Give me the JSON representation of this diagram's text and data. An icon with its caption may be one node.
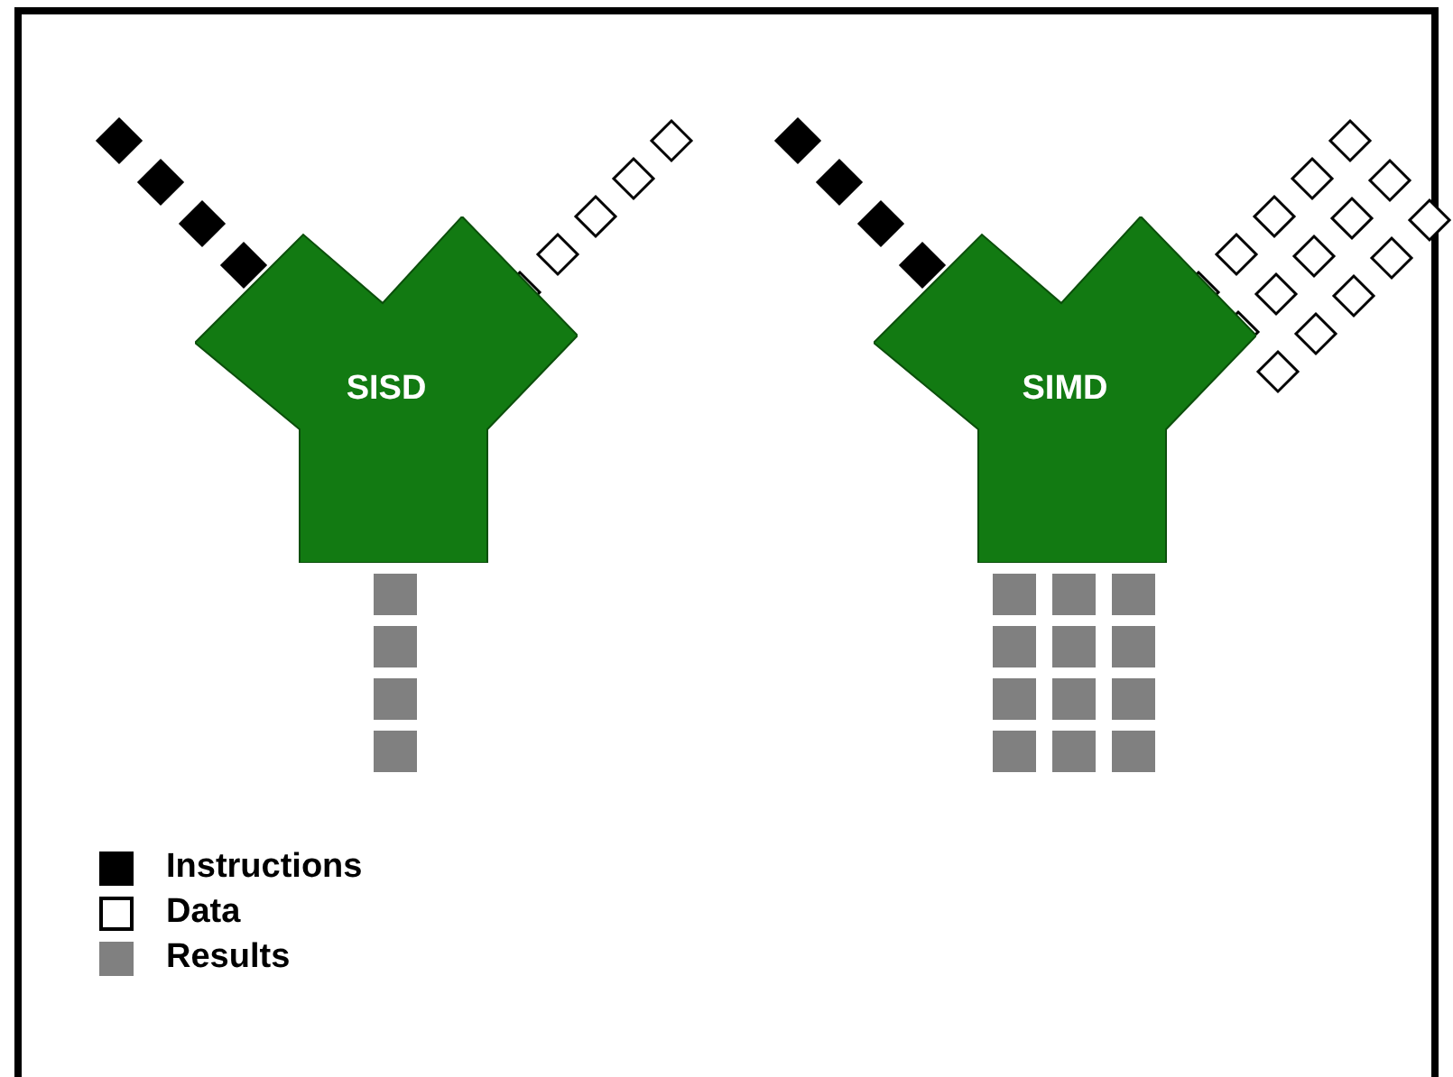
{
  "diagram": {
    "nodes": [
      {
        "text": [
          "SISD"
        ]
      },
      {
        "text": [
          "SIMD"
        ]
      }
    ],
    "legend": [
      {
        "text": "Instructions",
        "color": "#000000"
      },
      {
        "text": "Data",
        "color": "#ffffff"
      },
      {
        "text": "Results",
        "color": "#808080"
      }
    ]
  }
}
